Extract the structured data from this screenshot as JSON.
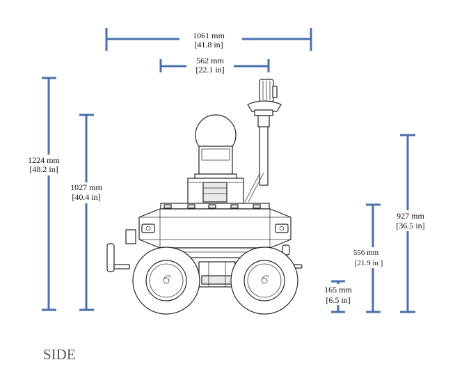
{
  "dimensions": {
    "overall_width": {
      "mm": "1061 mm",
      "in": "[41.8 in]"
    },
    "track_width": {
      "mm": "562 mm",
      "in": "[22.1 in]"
    },
    "height_with_mast": {
      "mm": "1224 mm",
      "in": "[48.2 in]"
    },
    "height_with_dome": {
      "mm": "1027 mm",
      "in": "[40.4 in]"
    },
    "height_to_top_plate": {
      "mm": "927 mm",
      "in": "[36.5 in]"
    },
    "height_to_chassis": {
      "mm": "556 mm",
      "in": "[21.9 in  ]"
    },
    "ground_clearance": {
      "mm": "165 mm",
      "in": "[6.5 in]"
    }
  },
  "view_label": "SIDE",
  "colors": {
    "dimension_line": "#4a6fae",
    "text": "#111111",
    "view_label": "#555555"
  }
}
